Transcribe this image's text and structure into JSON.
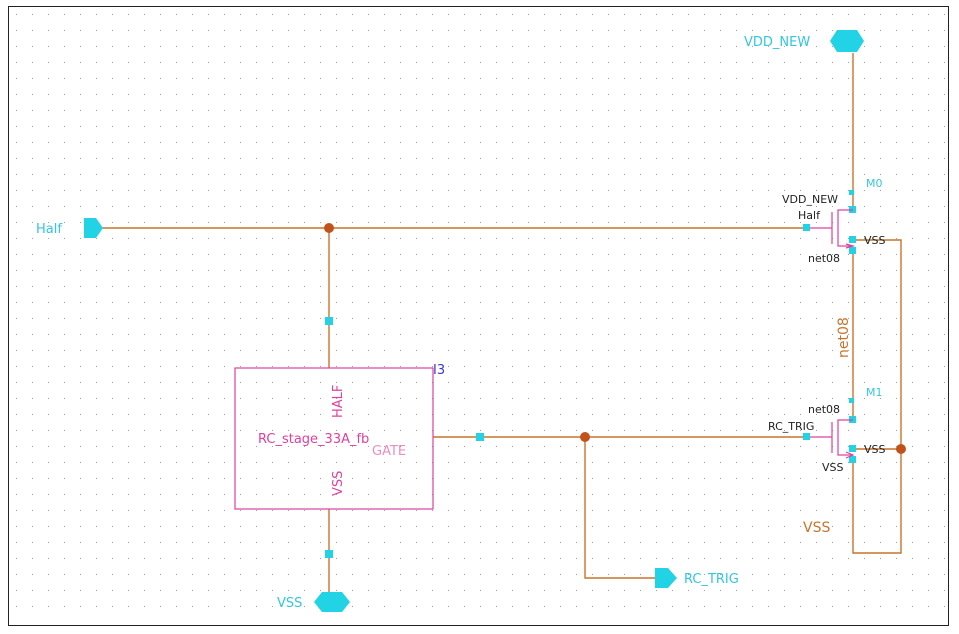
{
  "colors": {
    "wire": "#c8742c",
    "symbol": "#e0409e",
    "pin": "#22d3e6",
    "junction": "#c0531c",
    "text": "#222222",
    "grid_dot": "#9aa0a6"
  },
  "pins": {
    "vdd_new": "VDD_NEW",
    "half": "Half",
    "vss": "VSS",
    "rc_trig": "RC_TRIG"
  },
  "instance": {
    "name": "I3",
    "cell": "RC_stage_33A_fb",
    "port_half": "HALF",
    "port_vss": "VSS",
    "port_gate": "GATE"
  },
  "transistors": {
    "m0": {
      "name": "M0",
      "drain": "VDD_NEW",
      "gate": "Half",
      "bulk": "VSS",
      "source": "net08"
    },
    "m1": {
      "name": "M1",
      "drain": "net08",
      "gate": "RC_TRIG",
      "bulk": "VSS",
      "source": "VSS"
    }
  },
  "net_labels": {
    "net08": "net08",
    "vss": "VSS"
  }
}
